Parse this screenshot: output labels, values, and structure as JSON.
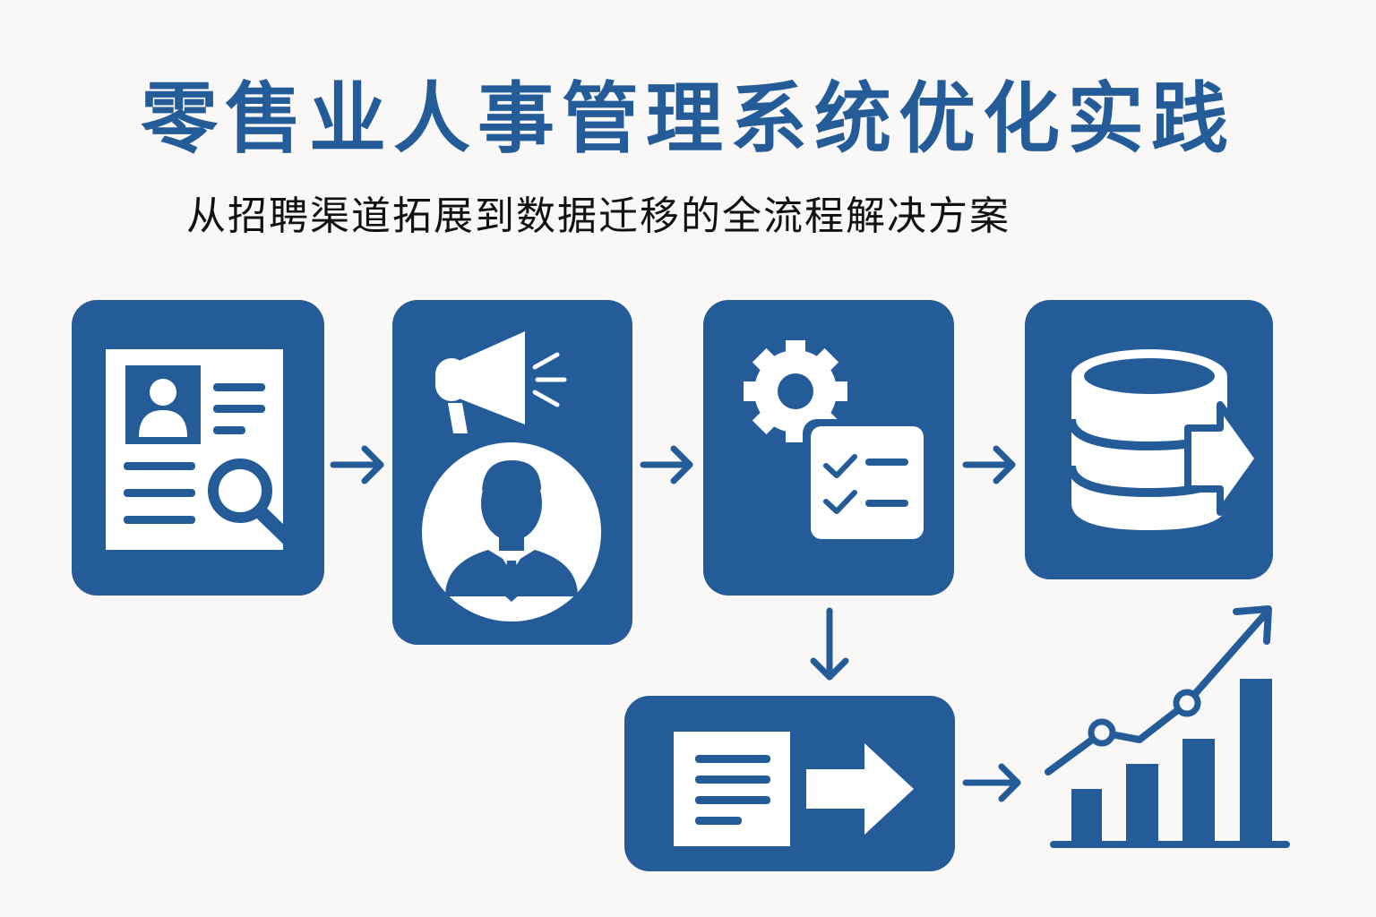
{
  "title": "零售业人事管理系统优化实践",
  "subtitle": "从招聘渠道拓展到数据迁移的全流程解决方案",
  "colors": {
    "primary": "#245c99",
    "background": "#f9f8f6",
    "text": "#111111",
    "icon_fill": "#ffffff"
  },
  "steps": [
    {
      "name": "resume-search",
      "icon": "resume-search-icon"
    },
    {
      "name": "recruitment-promotion",
      "icon": "megaphone-candidate-icon"
    },
    {
      "name": "process-configuration",
      "icon": "gear-checklist-icon"
    },
    {
      "name": "data-migration",
      "icon": "database-transfer-icon"
    },
    {
      "name": "document-transfer",
      "icon": "document-arrow-icon"
    },
    {
      "name": "growth-analytics",
      "icon": "growth-chart-icon"
    }
  ]
}
